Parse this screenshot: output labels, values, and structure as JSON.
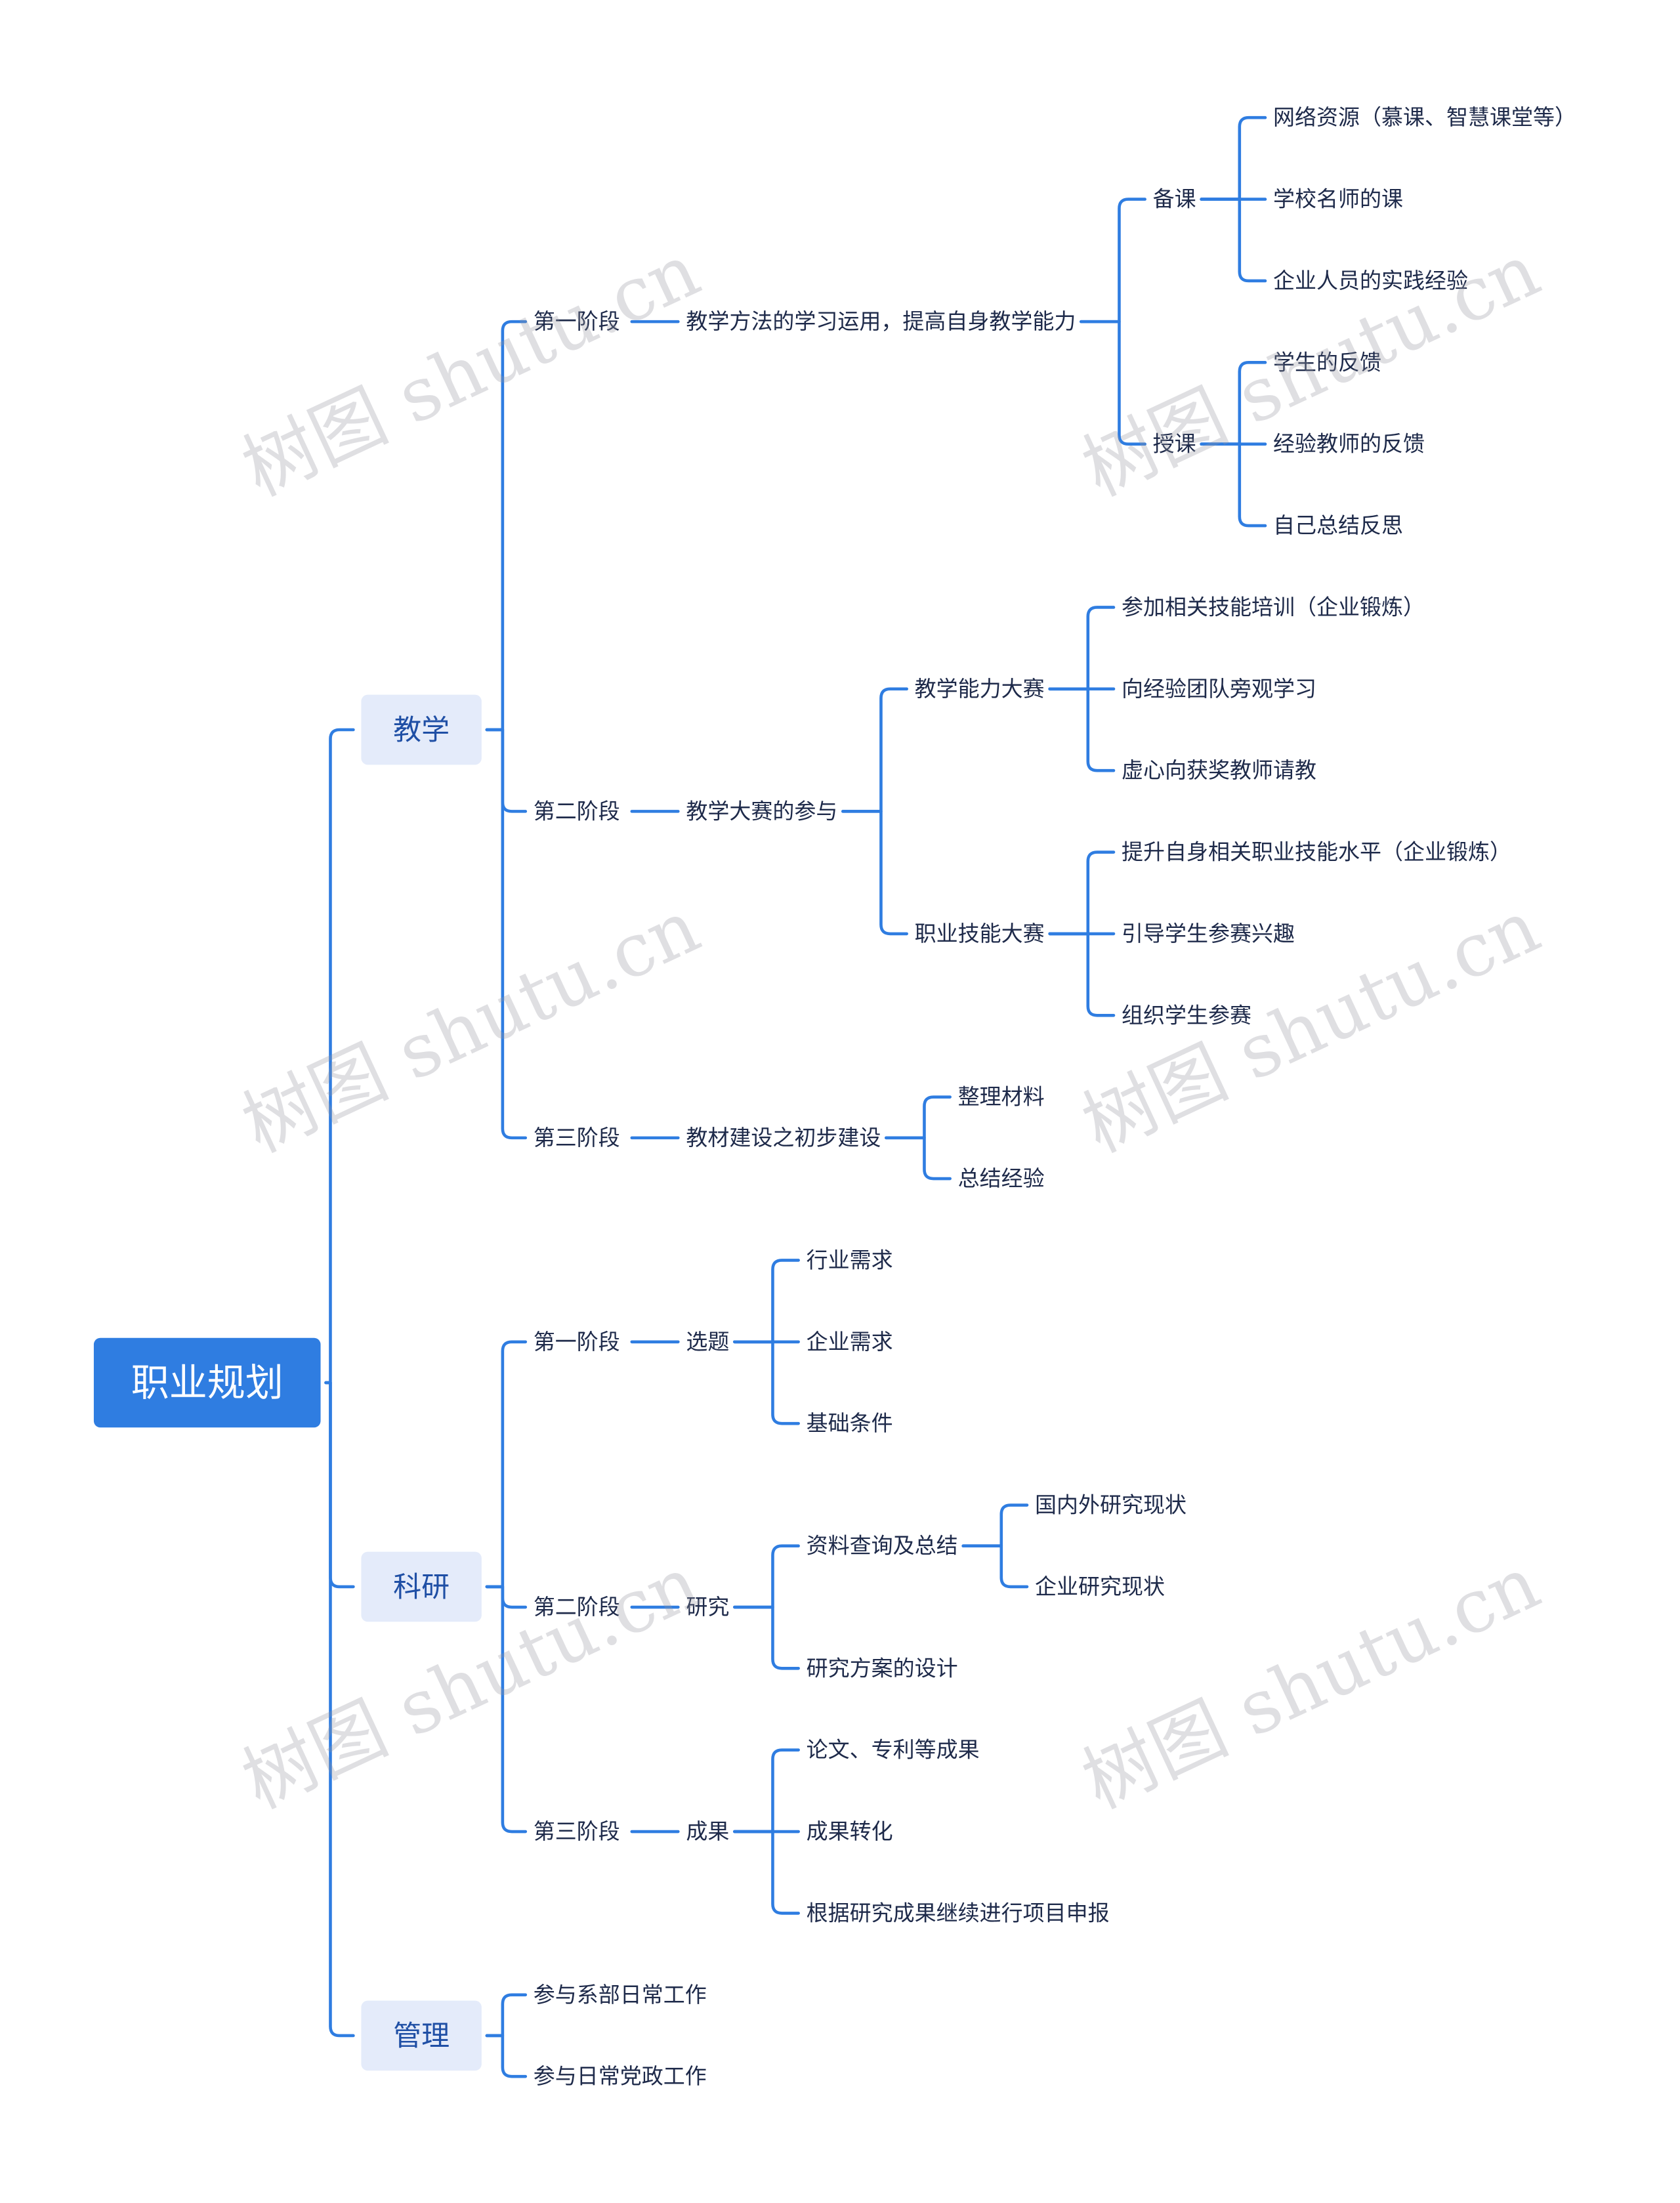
{
  "watermark": "树图 shutu.cn",
  "root": {
    "label": "职业规划",
    "children": [
      {
        "label": "教学",
        "children": [
          {
            "label": "第一阶段",
            "children": [
              {
                "label": "教学方法的学习运用，提高自身教学能力",
                "children": [
                  {
                    "label": "备课",
                    "children": [
                      {
                        "label": "网络资源（慕课、智慧课堂等）"
                      },
                      {
                        "label": "学校名师的课"
                      },
                      {
                        "label": "企业人员的实践经验"
                      }
                    ]
                  },
                  {
                    "label": "授课",
                    "children": [
                      {
                        "label": "学生的反馈"
                      },
                      {
                        "label": "经验教师的反馈"
                      },
                      {
                        "label": "自己总结反思"
                      }
                    ]
                  }
                ]
              }
            ]
          },
          {
            "label": "第二阶段",
            "children": [
              {
                "label": "教学大赛的参与",
                "children": [
                  {
                    "label": "教学能力大赛",
                    "children": [
                      {
                        "label": "参加相关技能培训（企业锻炼）"
                      },
                      {
                        "label": "向经验团队旁观学习"
                      },
                      {
                        "label": "虚心向获奖教师请教"
                      }
                    ]
                  },
                  {
                    "label": "职业技能大赛",
                    "children": [
                      {
                        "label": "提升自身相关职业技能水平（企业锻炼）"
                      },
                      {
                        "label": "引导学生参赛兴趣"
                      },
                      {
                        "label": "组织学生参赛"
                      }
                    ]
                  }
                ]
              }
            ]
          },
          {
            "label": "第三阶段",
            "children": [
              {
                "label": "教材建设之初步建设",
                "children": [
                  {
                    "label": "整理材料"
                  },
                  {
                    "label": "总结经验"
                  }
                ]
              }
            ]
          }
        ]
      },
      {
        "label": "科研",
        "children": [
          {
            "label": "第一阶段",
            "children": [
              {
                "label": "选题",
                "children": [
                  {
                    "label": "行业需求"
                  },
                  {
                    "label": "企业需求"
                  },
                  {
                    "label": "基础条件"
                  }
                ]
              }
            ]
          },
          {
            "label": "第二阶段",
            "children": [
              {
                "label": "研究",
                "children": [
                  {
                    "label": "资料查询及总结",
                    "children": [
                      {
                        "label": "国内外研究现状"
                      },
                      {
                        "label": "企业研究现状"
                      }
                    ]
                  },
                  {
                    "label": "研究方案的设计"
                  }
                ]
              }
            ]
          },
          {
            "label": "第三阶段",
            "children": [
              {
                "label": "成果",
                "children": [
                  {
                    "label": "论文、专利等成果"
                  },
                  {
                    "label": "成果转化"
                  },
                  {
                    "label": "根据研究成果继续进行项目申报"
                  }
                ]
              }
            ]
          }
        ]
      },
      {
        "label": "管理",
        "children": [
          {
            "label": "参与系部日常工作"
          },
          {
            "label": "参与日常党政工作"
          }
        ]
      }
    ]
  }
}
